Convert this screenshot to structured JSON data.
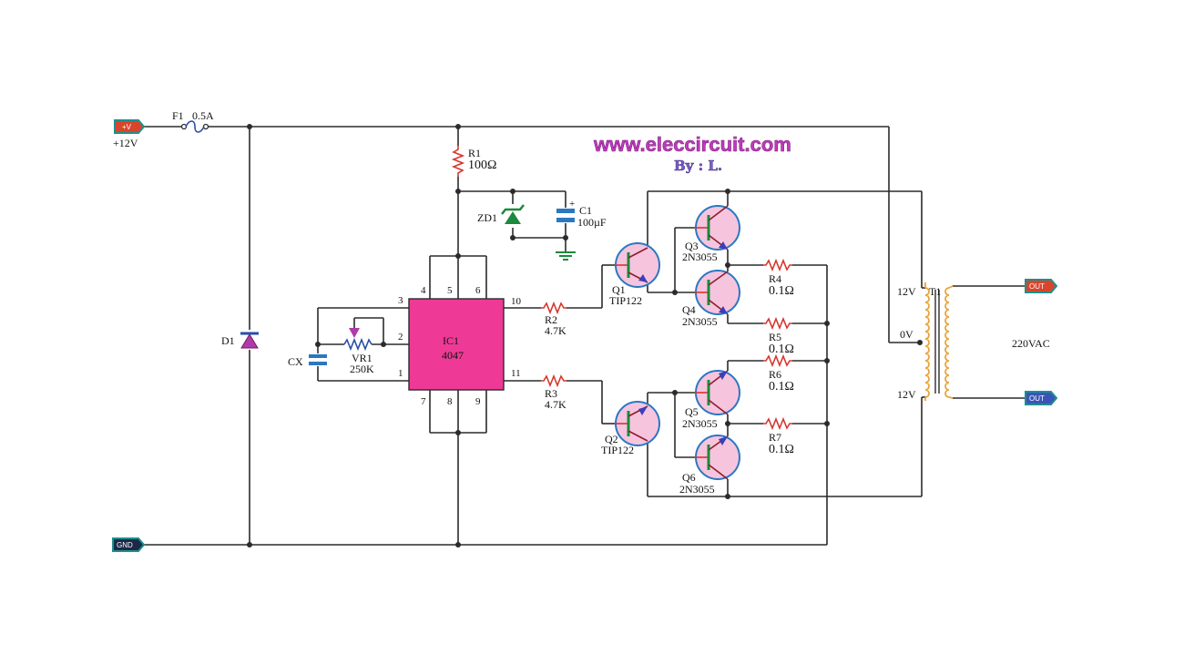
{
  "watermark": {
    "site": "www.eleccircuit.com",
    "by": "By : L."
  },
  "terminals": {
    "vplus": {
      "tag": "+V",
      "label": "+12V",
      "color": "#d9452b"
    },
    "gnd": {
      "tag": "GND",
      "label": ""
    },
    "out1": {
      "tag": "OUT",
      "color": "#d9452b"
    },
    "out2": {
      "tag": "OUT",
      "color": "#3a55b8"
    }
  },
  "components": {
    "fuse": {
      "ref": "F1",
      "value": "0.5A"
    },
    "d1": {
      "ref": "D1"
    },
    "r1": {
      "ref": "R1",
      "value": "100Ω"
    },
    "zd1": {
      "ref": "ZD1"
    },
    "c1": {
      "ref": "C1",
      "value": "100µF",
      "polarity": "+"
    },
    "cx": {
      "ref": "CX"
    },
    "vr1": {
      "ref": "VR1",
      "value": "250K"
    },
    "ic1": {
      "ref": "IC1",
      "value": "4047",
      "pins": [
        "1",
        "2",
        "3",
        "4",
        "5",
        "6",
        "7",
        "8",
        "9",
        "10",
        "11"
      ]
    },
    "r2": {
      "ref": "R2",
      "value": "4.7K"
    },
    "r3": {
      "ref": "R3",
      "value": "4.7K"
    },
    "q1": {
      "ref": "Q1",
      "value": "TIP122"
    },
    "q2": {
      "ref": "Q2",
      "value": "TIP122"
    },
    "q3": {
      "ref": "Q3",
      "value": "2N3055"
    },
    "q4": {
      "ref": "Q4",
      "value": "2N3055"
    },
    "q5": {
      "ref": "Q5",
      "value": "2N3055"
    },
    "q6": {
      "ref": "Q6",
      "value": "2N3055"
    },
    "r4": {
      "ref": "R4",
      "value": "0.1Ω"
    },
    "r5": {
      "ref": "R5",
      "value": "0.1Ω"
    },
    "r6": {
      "ref": "R6",
      "value": "0.1Ω"
    },
    "r7": {
      "ref": "R7",
      "value": "0.1Ω"
    },
    "t1": {
      "ref": "T1",
      "top": "12V",
      "center": "0V",
      "bottom": "12V",
      "secondary": "220VAC"
    }
  },
  "colors": {
    "ic_fill": "#ee3a96",
    "transistor_fill": "#f7c4de",
    "transistor_ring": "#2a78c2",
    "resistor": "#d6362c",
    "capacitor": "#2a78c2",
    "zener": "#1b8a3c",
    "transformer": "#e8a43a"
  }
}
